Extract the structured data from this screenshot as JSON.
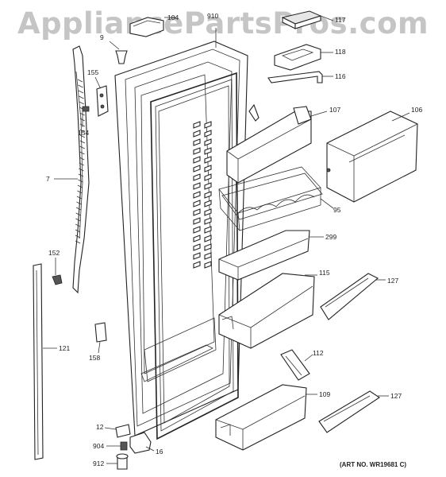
{
  "watermark": "AppliancePartsPros.com",
  "art_number": "(ART NO. WR19681 C)",
  "callouts": {
    "p104": "104",
    "p910": "910",
    "p9": "9",
    "p117": "117",
    "p118": "118",
    "p116": "116",
    "p155": "155",
    "p154": "154",
    "p107": "107",
    "p106": "106",
    "p7": "7",
    "p95": "95",
    "p299": "299",
    "p152": "152",
    "p115": "115",
    "p127a": "127",
    "p121": "121",
    "p158": "158",
    "p112": "112",
    "p109": "109",
    "p127b": "127",
    "p12": "12",
    "p904": "904",
    "p16": "16",
    "p912": "912"
  }
}
